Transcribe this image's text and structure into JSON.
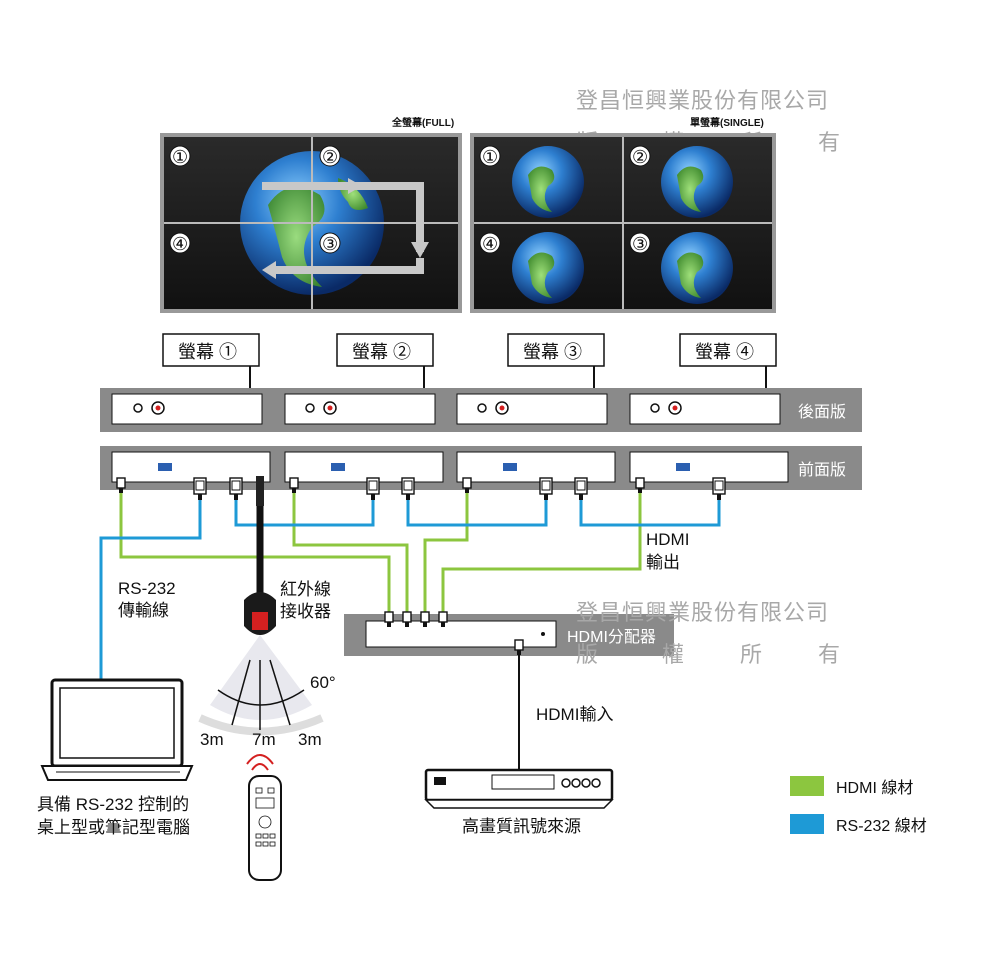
{
  "watermark": {
    "company": "登昌恒興業股份有限公司",
    "rights": [
      "版",
      "權",
      "所",
      "有"
    ]
  },
  "video_wall": {
    "full_label": "全螢幕(FULL)",
    "single_label": "單螢幕(SINGLE)",
    "panel_numbers": [
      "①",
      "②",
      "③",
      "④"
    ]
  },
  "screens": [
    "螢幕 ①",
    "螢幕 ②",
    "螢幕 ③",
    "螢幕 ④"
  ],
  "panels": {
    "back": "後面版",
    "front": "前面版"
  },
  "labels": {
    "hdmi_out": [
      "HDMI",
      "輸出"
    ],
    "rs232": [
      "RS-232",
      "傳輸線"
    ],
    "ir": [
      "紅外線",
      "接收器"
    ],
    "splitter": "HDMI分配器",
    "angle": "60°",
    "ranges": [
      "3m",
      "7m",
      "3m"
    ],
    "hdmi_in": "HDMI輸入",
    "computer": [
      "具備 RS-232 控制的",
      "桌上型或筆記型電腦"
    ],
    "source": "高畫質訊號來源"
  },
  "legend": [
    {
      "label": "HDMI 線材",
      "color": "#8cc63f"
    },
    {
      "label": "RS-232 線材",
      "color": "#1e9ad6"
    }
  ],
  "colors": {
    "hdmi": "#8cc63f",
    "rs232": "#1e9ad6",
    "panel_band": "#8a8a8a"
  }
}
